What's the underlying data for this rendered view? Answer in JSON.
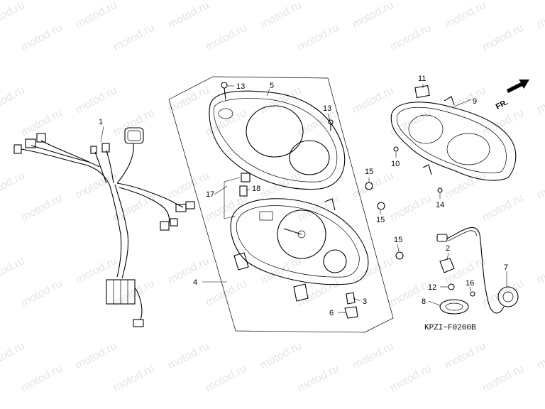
{
  "watermark": "motod.ru",
  "direction_label": "FR.",
  "reference_code": "KPZI−F0200B",
  "callouts": {
    "c1": "1",
    "c2": "2",
    "c3": "3",
    "c4": "4",
    "c5": "5",
    "c6": "6",
    "c7": "7",
    "c8": "8",
    "c9": "9",
    "c10": "10",
    "c11": "11",
    "c12": "12",
    "c13a": "13",
    "c13b": "13",
    "c14": "14",
    "c15a": "15",
    "c15b": "15",
    "c15c": "15",
    "c16": "16",
    "c17": "17",
    "c18": "18"
  }
}
